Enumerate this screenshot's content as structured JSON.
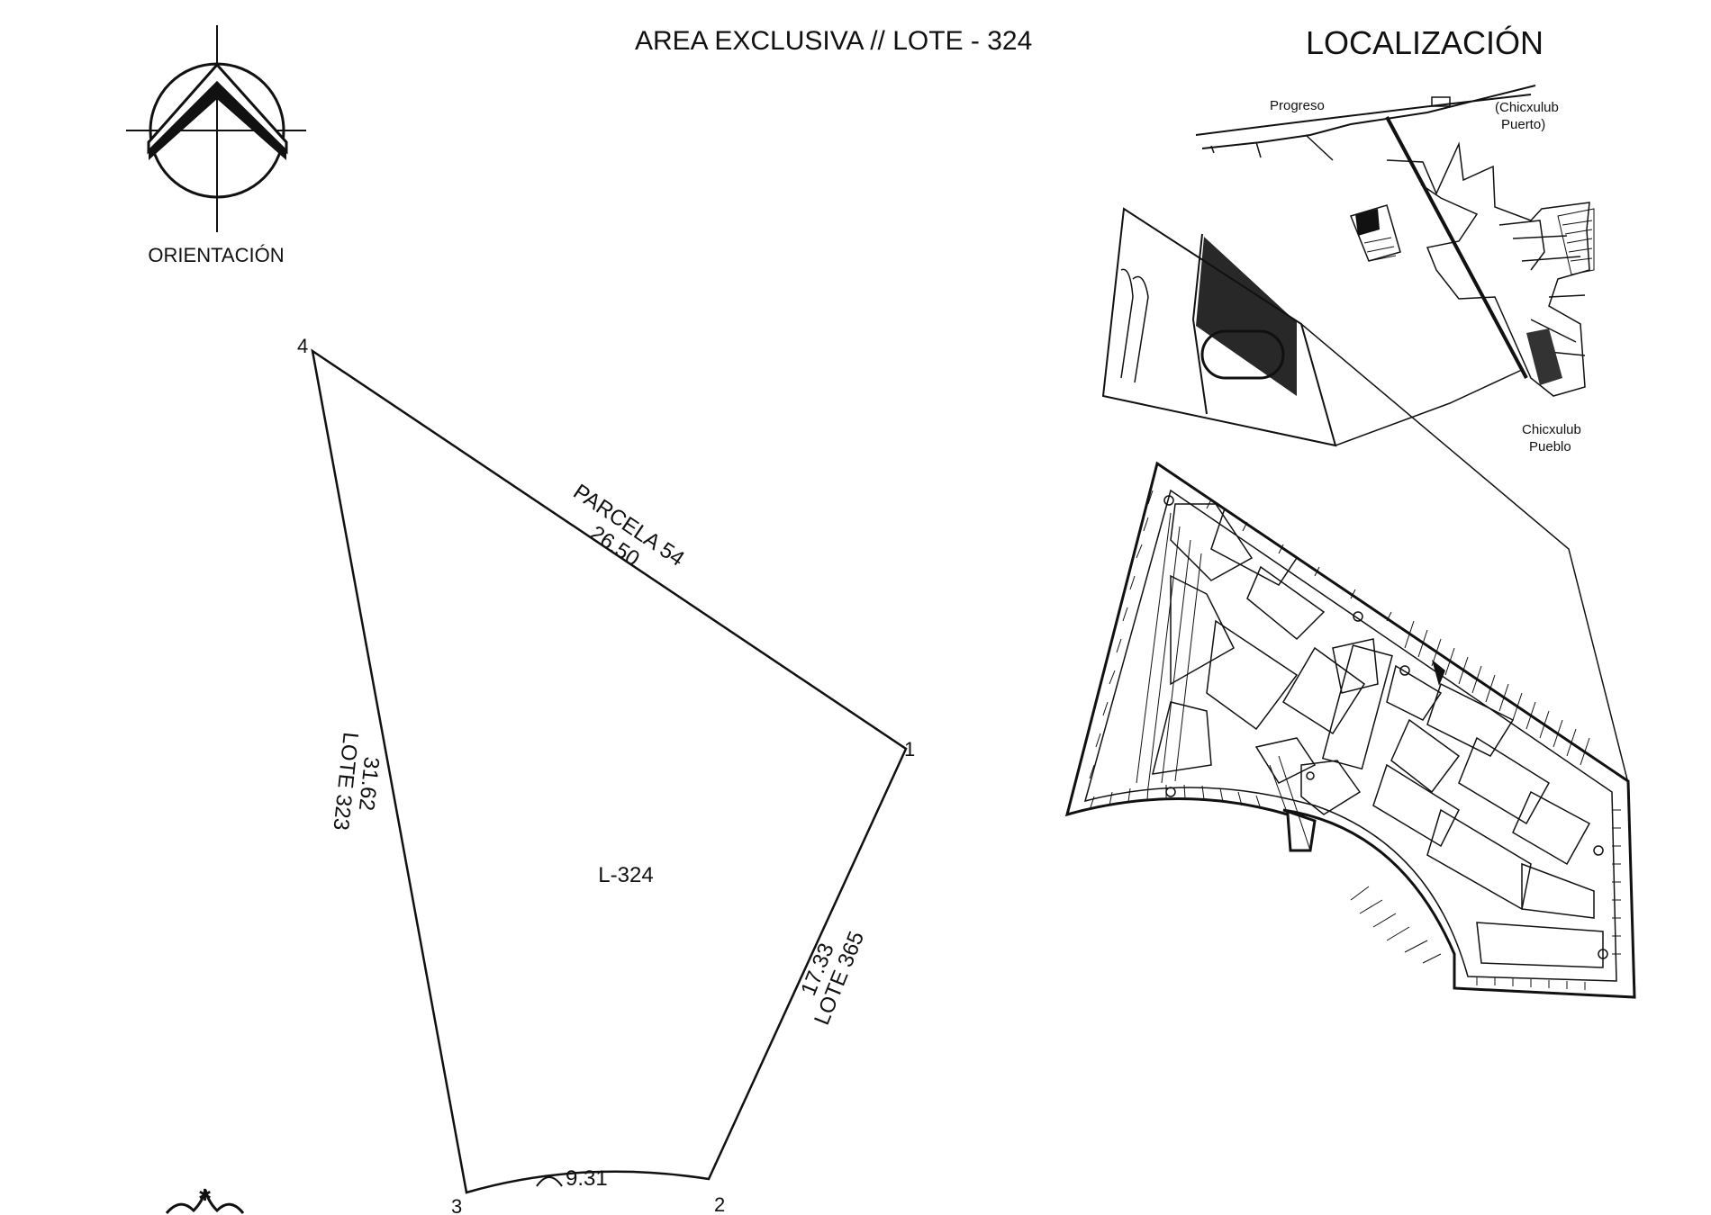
{
  "header": {
    "title": "AREA EXCLUSIVA // LOTE - 324",
    "location_title": "LOCALIZACIÓN"
  },
  "orientation": {
    "label": "ORIENTACIÓN"
  },
  "lot": {
    "name": "L-324",
    "vertices": [
      "1",
      "2",
      "3",
      "4"
    ],
    "sides": [
      {
        "label": "PARCELA 54",
        "length": "26.50"
      },
      {
        "label": "LOTE 365",
        "length": "17.33"
      },
      {
        "label": "",
        "length": "9.31"
      },
      {
        "label": "LOTE 323",
        "length": "31.62"
      }
    ]
  },
  "location_map": {
    "places": [
      "Progreso",
      "(Chicxulub",
      "Puerto)",
      "Chicxulub",
      "Pueblo"
    ]
  }
}
